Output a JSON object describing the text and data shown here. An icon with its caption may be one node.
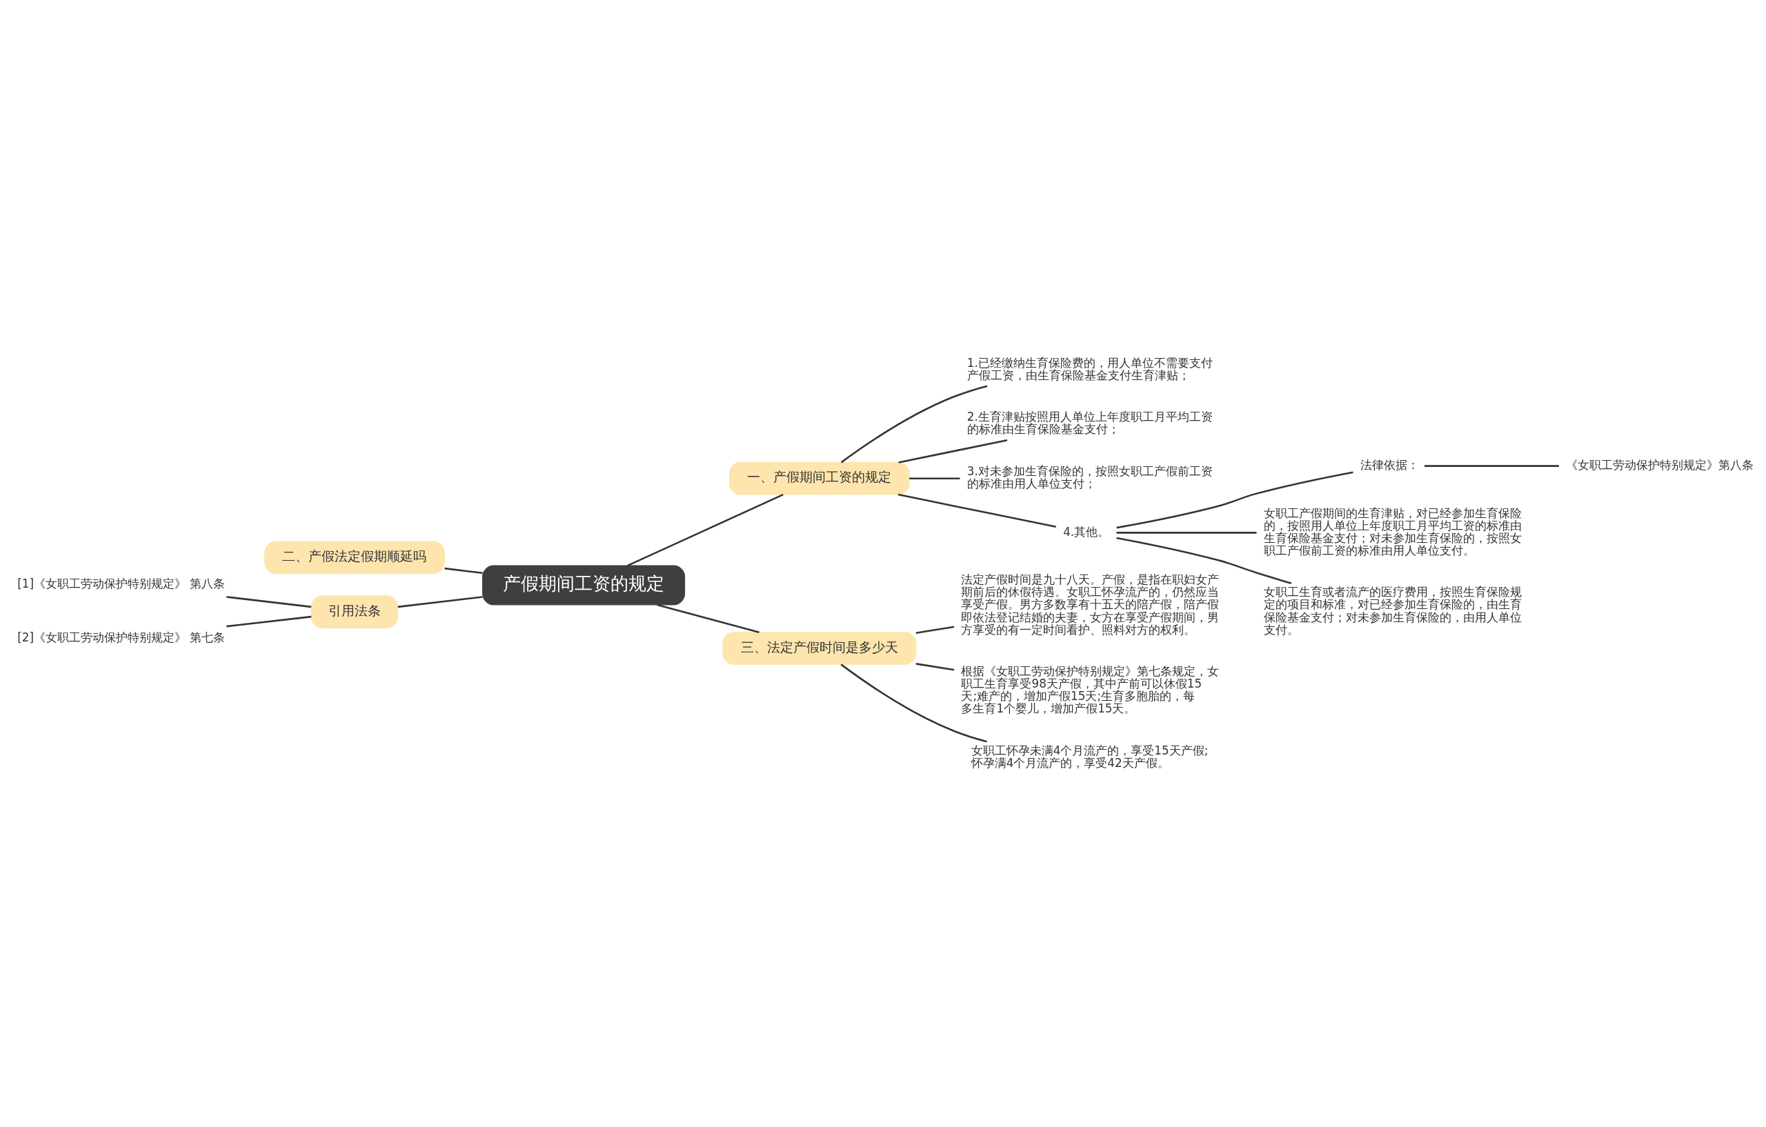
{
  "diagram": {
    "nodes": [
      {
        "text": [
          "产假期间工资的规定"
        ]
      },
      {
        "text": [
          "一、产假期间工资的规定"
        ]
      },
      {
        "text": [
          "1.已经缴纳生育保险费的，用人单位不需要支付产假工资，由生育保险基金支付生育津贴；"
        ]
      },
      {
        "text": [
          "2.生育津贴按照用人单位上年度职工月平均工资的标准由生育保险基金支付；"
        ]
      },
      {
        "text": [
          "3.对未参加生育保险的，按照女职工产假前工资的标准由用人单位支付；"
        ]
      },
      {
        "text": [
          "4.其他。"
        ]
      },
      {
        "text": [
          "法律依据："
        ]
      },
      {
        "text": [
          "《女职工劳动保护特别规定》第八条"
        ]
      },
      {
        "text": [
          "女职工产假期间的生育津贴，对已经参加生育保险的，按照用人单位上年度职工月平均工资的标准由生育保险基金支付；对未参加生育保险的，按照女职工产假前工资的标准由用人单位支付。"
        ]
      },
      {
        "text": [
          "女职工生育或者流产的医疗费用，按照生育保险规定的项目和标准，对已经参加生育保险的，由生育保险基金支付；对未参加生育保险的，由用人单位支付。"
        ]
      },
      {
        "text": [
          "二、产假法定假期顺延吗"
        ]
      },
      {
        "text": [
          "引用法条"
        ]
      },
      {
        "text": [
          "[1]《女职工劳动保护特别规定》 第八条"
        ]
      },
      {
        "text": [
          "[2]《女职工劳动保护特别规定》 第七条"
        ]
      },
      {
        "text": [
          "三、法定产假时间是多少天"
        ]
      },
      {
        "text": [
          "法定产假时间是九十八天。产假，是指在职妇女产期前后的休假待遇。女职工怀孕流产的，仍然应当享受产假。男方多数享有十五天的陪产假，陪产假即依法登记结婚的夫妻，女方在享受产假期间，男方享受的有一定时间看护、照料对方的权利。"
        ]
      },
      {
        "text": [
          "根据《女职工劳动保护特别规定》第七条规定，女职工生育享受98天产假，其中产前可以休假15天;难产的，增加产假15天;生育多胞胎的，每多生育1个婴儿，增加产假15天。"
        ]
      },
      {
        "text": [
          "女职工怀孕未满4个月流产的，享受15天产假;怀孕满4个月流产的，享受42天产假。"
        ]
      }
    ],
    "edges": [
      {
        "from": 0,
        "to": 1,
        "arrow": "none"
      },
      {
        "from": 1,
        "to": 2,
        "arrow": "none"
      },
      {
        "from": 1,
        "to": 3,
        "arrow": "none"
      },
      {
        "from": 1,
        "to": 4,
        "arrow": "none"
      },
      {
        "from": 1,
        "to": 5,
        "arrow": "none"
      },
      {
        "from": 5,
        "to": 6,
        "arrow": "none"
      },
      {
        "from": 6,
        "to": 7,
        "arrow": "none"
      },
      {
        "from": 5,
        "to": 8,
        "arrow": "none"
      },
      {
        "from": 5,
        "to": 9,
        "arrow": "none"
      },
      {
        "from": 0,
        "to": 10,
        "arrow": "none"
      },
      {
        "from": 0,
        "to": 11,
        "arrow": "none"
      },
      {
        "from": 11,
        "to": 12,
        "arrow": "none"
      },
      {
        "from": 11,
        "to": 13,
        "arrow": "none"
      },
      {
        "from": 0,
        "to": 14,
        "arrow": "none"
      },
      {
        "from": 14,
        "to": 15,
        "arrow": "none"
      },
      {
        "from": 14,
        "to": 16,
        "arrow": "none"
      },
      {
        "from": 14,
        "to": 17,
        "arrow": "none"
      }
    ]
  }
}
